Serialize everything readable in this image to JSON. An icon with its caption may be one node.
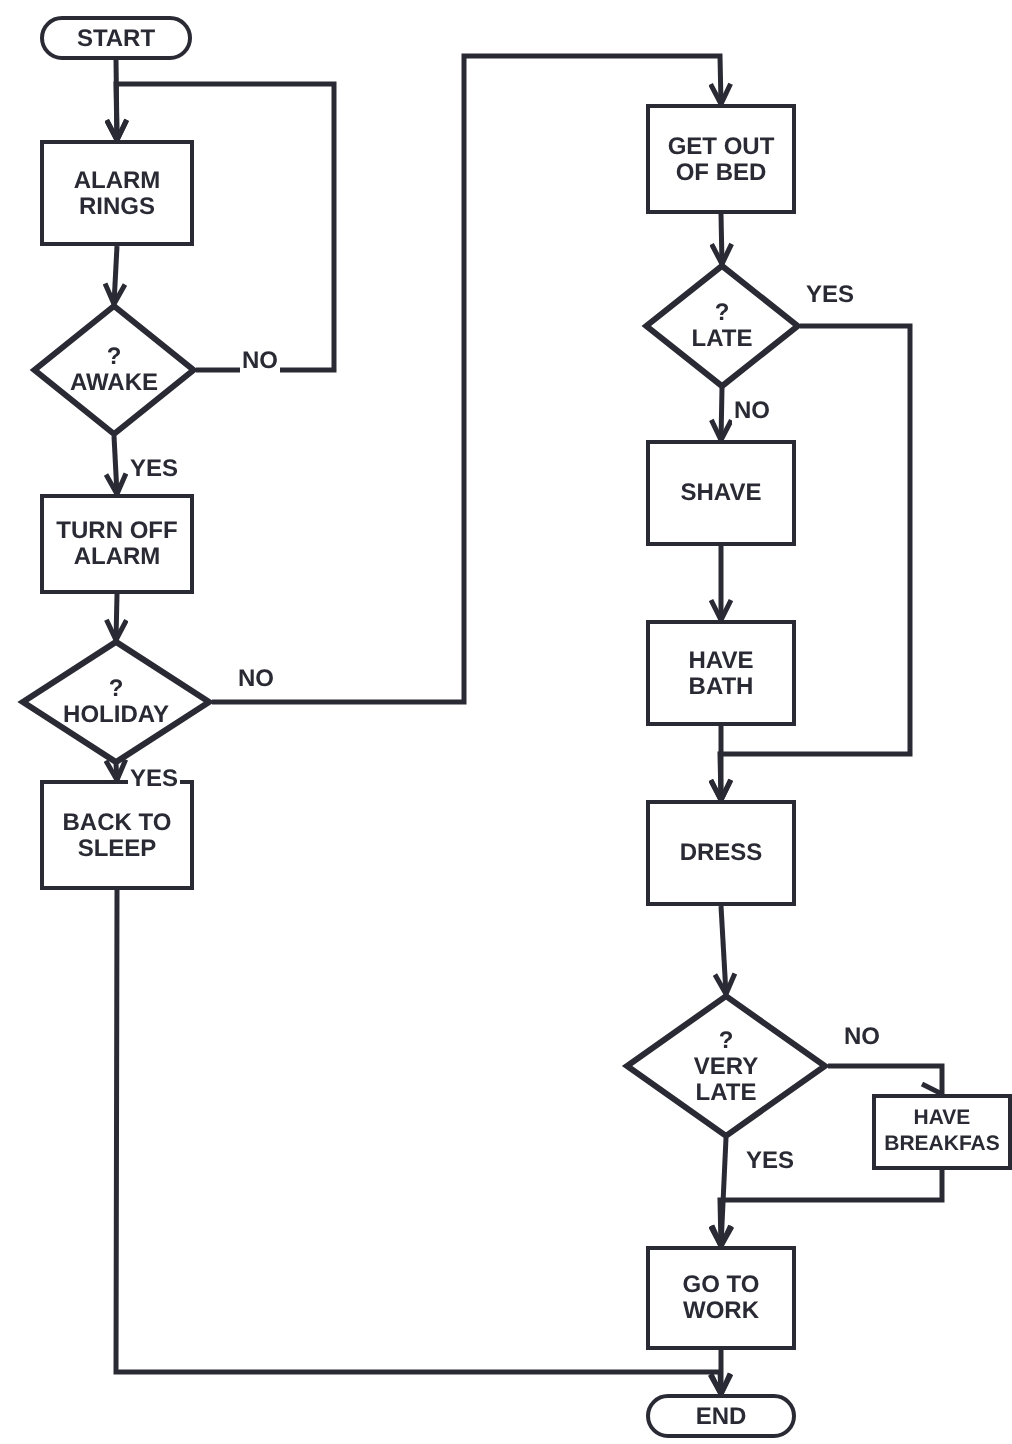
{
  "diagram": {
    "nodes": [
      {
        "text": [
          "START"
        ]
      },
      {
        "text": [
          "ALARM RINGS"
        ]
      },
      {
        "text": [
          "?",
          "AWAKE"
        ]
      },
      {
        "text": [
          "TURN OFF ALARM"
        ]
      },
      {
        "text": [
          "?",
          "HOLIDAY"
        ]
      },
      {
        "text": [
          "BACK TO SLEEP"
        ]
      },
      {
        "text": [
          "GET OUT OF BED"
        ]
      },
      {
        "text": [
          "?",
          "LATE"
        ]
      },
      {
        "text": [
          "SHAVE"
        ]
      },
      {
        "text": [
          "HAVE BATH"
        ]
      },
      {
        "text": [
          "DRESS"
        ]
      },
      {
        "text": [
          "?",
          "VERY LATE"
        ]
      },
      {
        "text": [
          "HAVE BREAKFAS"
        ]
      },
      {
        "text": [
          "GO TO WORK"
        ]
      },
      {
        "text": [
          "END"
        ]
      }
    ],
    "edges": [
      {
        "from": 0,
        "to": 1,
        "arrow": "to"
      },
      {
        "from": 1,
        "to": 2,
        "arrow": "to"
      },
      {
        "from": 2,
        "to": 1,
        "arrow": "to",
        "label": "NO"
      },
      {
        "from": 2,
        "to": 3,
        "arrow": "to",
        "label": "YES"
      },
      {
        "from": 3,
        "to": 4,
        "arrow": "to"
      },
      {
        "from": 4,
        "to": 5,
        "arrow": "to",
        "label": "YES"
      },
      {
        "from": 4,
        "to": 6,
        "arrow": "to",
        "label": "NO"
      },
      {
        "from": 6,
        "to": 7,
        "arrow": "to"
      },
      {
        "from": 7,
        "to": 8,
        "arrow": "to",
        "label": "NO"
      },
      {
        "from": 7,
        "to": 10,
        "arrow": "to",
        "label": "YES"
      },
      {
        "from": 8,
        "to": 9,
        "arrow": "to"
      },
      {
        "from": 9,
        "to": 10,
        "arrow": "to"
      },
      {
        "from": 10,
        "to": 11,
        "arrow": "to"
      },
      {
        "from": 11,
        "to": 12,
        "arrow": "to",
        "label": "NO"
      },
      {
        "from": 11,
        "to": 13,
        "arrow": "to",
        "label": "YES"
      },
      {
        "from": 12,
        "to": 13,
        "arrow": "to"
      },
      {
        "from": 5,
        "to": 14,
        "arrow": "to"
      },
      {
        "from": 13,
        "to": 14,
        "arrow": "to"
      }
    ]
  }
}
